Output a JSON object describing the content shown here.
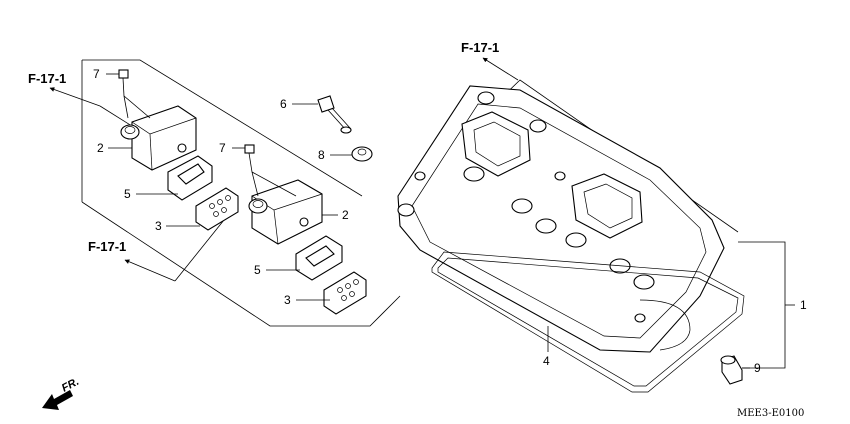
{
  "diagram": {
    "ref_labels": [
      "F-17-1",
      "F-17-1",
      "F-17-1"
    ],
    "part_numbers": {
      "p7a": "7",
      "p2a": "2",
      "p5a": "5",
      "p3a": "3",
      "p7b": "7",
      "p2b": "2",
      "p5b": "5",
      "p3b": "3",
      "p6": "6",
      "p8": "8",
      "p4": "4",
      "p1": "1",
      "p9": "9"
    },
    "front_label": "FR.",
    "figure_code": "MEE3-E0100"
  }
}
